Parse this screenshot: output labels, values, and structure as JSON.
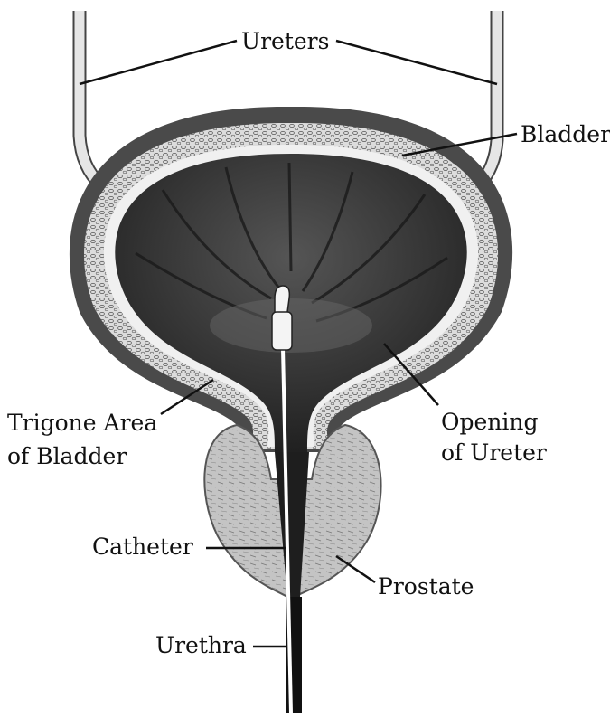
{
  "labels": {
    "ureters": "Ureters",
    "bladder": "Bladder",
    "trigone_line1": "Trigone Area",
    "trigone_line2": "of Bladder",
    "opening_line1": "Opening",
    "opening_line2": "of Ureter",
    "catheter": "Catheter",
    "prostate": "Prostate",
    "urethra": "Urethra"
  },
  "colors": {
    "background": "#ffffff",
    "ink": "#111111",
    "interior": "#2e2e2e",
    "wall_outer": "#4a4a4a",
    "wall_cells": "#d9d9d9",
    "tube": "#e6e6e6",
    "prostate": "#bdbdbd",
    "catheter": "#ffffff"
  }
}
